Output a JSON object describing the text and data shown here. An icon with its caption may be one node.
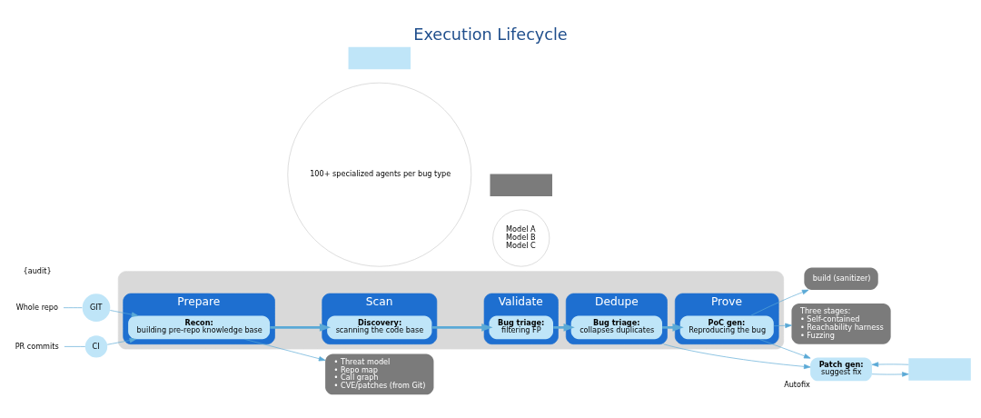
{
  "diagram": {
    "title": "Execution Lifecycle",
    "nodes": [
      {
        "text": [],
        "shape": "box"
      },
      {
        "text": [
          "Prepare"
        ],
        "in": 0
      },
      {
        "text": [
          "Recon:",
          "building pre-repo knowledge base"
        ],
        "in": 1
      },
      {
        "text": [
          "Scan"
        ],
        "in": 0
      },
      {
        "text": [
          "Discovery:",
          "scanning the code base"
        ],
        "in": 3
      },
      {
        "text": [
          "Validate"
        ],
        "in": 0
      },
      {
        "text": [
          "Bug triage:",
          "filtering FP"
        ],
        "in": 5
      },
      {
        "text": [
          "Dedupe"
        ],
        "in": 0
      },
      {
        "text": [
          "Bug triage:",
          "collapses duplicates"
        ],
        "in": 7
      },
      {
        "text": [
          "Prove"
        ],
        "in": 0
      },
      {
        "text": [
          "PoC gen:",
          "Reproducing the bug"
        ],
        "in": 9
      },
      {
        "text": [
          "Whole repo"
        ]
      },
      {
        "text": [
          "GIT"
        ]
      },
      {
        "text": [
          "PR commits"
        ]
      },
      {
        "text": [
          "CI"
        ]
      },
      {
        "text": [
          "• Threat model",
          "• Repo map",
          "• Call graph",
          "• CVE/patches (from Git)"
        ]
      },
      {
        "text": [
          "100+ specialized agents per bug type"
        ]
      },
      {
        "text": [
          "Model A",
          "Model B",
          "Model C"
        ]
      },
      {
        "text": [
          "build (sanitizer)"
        ]
      },
      {
        "text": [
          "Three stages:",
          "• Self-contained",
          "• Reachability harness",
          "• Fuzzing"
        ]
      },
      {
        "text": [
          "Patch gen:",
          "suggest fix"
        ],
        "beside": [
          "Autofix"
        ]
      },
      {
        "text": [],
        "shape": "box"
      },
      {
        "text": [],
        "shape": "box"
      },
      {
        "text": [],
        "shape": "box"
      }
    ],
    "edges": [
      {
        "from": 11,
        "to": 12,
        "arrow": "none"
      },
      {
        "from": 12,
        "to": 2,
        "arrow": "to"
      },
      {
        "from": 13,
        "to": 14,
        "arrow": "none"
      },
      {
        "from": 14,
        "to": 2,
        "arrow": "to"
      },
      {
        "from": 2,
        "to": 4,
        "arrow": "to",
        "style": "thick"
      },
      {
        "from": 4,
        "to": 6,
        "arrow": "to",
        "style": "thick"
      },
      {
        "from": 6,
        "to": 8,
        "arrow": "to",
        "style": "thick"
      },
      {
        "from": 8,
        "to": 10,
        "arrow": "to",
        "style": "thick"
      },
      {
        "from": 2,
        "to": 15,
        "arrow": "to"
      },
      {
        "from": 10,
        "to": 18,
        "arrow": "to"
      },
      {
        "from": 10,
        "to": 19,
        "arrow": "to"
      },
      {
        "from": 10,
        "to": 20,
        "arrow": "to"
      },
      {
        "from": 7,
        "to": 20,
        "arrow": "to"
      },
      {
        "from": 20,
        "to": 23,
        "arrow": "to"
      },
      {
        "from": 23,
        "to": 20,
        "arrow": "to"
      }
    ],
    "labels": [
      "{audit}"
    ]
  }
}
